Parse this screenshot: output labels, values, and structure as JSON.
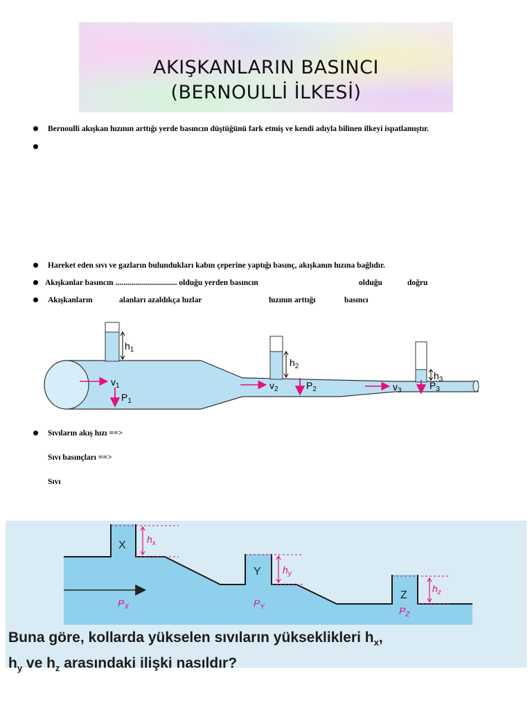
{
  "title": {
    "line1": "AKIŞKANLARIN  BASINCI",
    "line2": "(BERNOULLİ İLKESİ)"
  },
  "bullets": {
    "b1": "Bernoulli akışkan hızının arttığı yerde basıncın düştüğünü fark etmiş ve kendi adıyla bilinen ilkeyi ispatlamıştır.",
    "b2": "",
    "b3": "Hareket eden sıvı ve gazların bulundukları kabın çeperine yaptığı basınç, akışkanın hızına bağlıdır.",
    "b4": {
      "part1": "Akışkanlar basıncın ............................... olduğu yerden basıncın",
      "part2": "olduğu",
      "part3": "doğru"
    },
    "b5": {
      "part1": "Akışkanların",
      "part2": "alanları azaldıkça hızlar",
      "part3": "hızının arttığı",
      "part4": "basıncı"
    },
    "b6": "Sıvıların akış hızı ==>"
  },
  "lines": {
    "l1": "Sıvı basınçları ==>",
    "l2": "Sıvı"
  },
  "figure1": {
    "h1": "h",
    "h1_sub": "1",
    "h2": "h",
    "h2_sub": "2",
    "h3": "h",
    "h3_sub": "3",
    "v1": "v",
    "v1_sub": "1",
    "v2": "v",
    "v2_sub": "2",
    "v3": "v",
    "v3_sub": "3",
    "p1": "P",
    "p1_sub": "1",
    "p2": "P",
    "p2_sub": "2",
    "p3": "P",
    "p3_sub": "3",
    "colors": {
      "water": "#b9e0f2",
      "arrow": "#e0127d",
      "outline": "#333333"
    }
  },
  "figure2": {
    "x": "X",
    "y": "Y",
    "z": "Z",
    "hx": "h",
    "hx_sub": "x",
    "hy": "h",
    "hy_sub": "y",
    "hz": "h",
    "hz_sub": "z",
    "px": "P",
    "px_sub": "X",
    "py": "P",
    "py_sub": "Y",
    "pz": "P",
    "pz_sub": "Z",
    "colors": {
      "water": "#8fd0ec",
      "background": "#d9ebf4",
      "label": "#e0127d"
    }
  },
  "question": {
    "line1": "Buna göre, kollarda yükselen sıvıların yükseklikleri h",
    "line1_sub": "x",
    "line1_end": ",",
    "line2_a": "h",
    "line2_sub_y": "y",
    "line2_b": " ve h",
    "line2_sub_z": "z",
    "line2_c": " arasındaki ilişki nasıldır?"
  }
}
